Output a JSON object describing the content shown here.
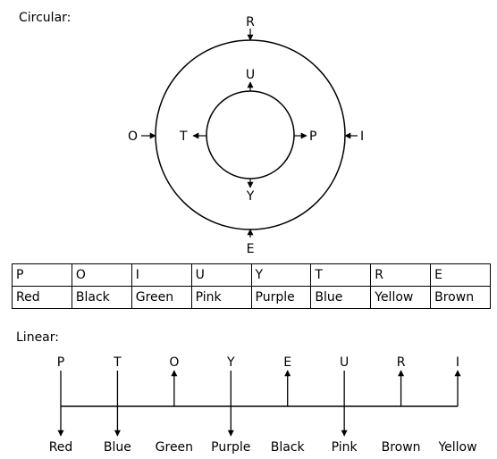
{
  "circular": {
    "label": "Circular:",
    "outer_letters": {
      "top": "R",
      "right": "I",
      "bottom": "E",
      "left": "O"
    },
    "inner_letters": {
      "top": "U",
      "right": "P",
      "bottom": "Y",
      "left": "T"
    }
  },
  "table": {
    "letters": [
      "P",
      "O",
      "I",
      "U",
      "Y",
      "T",
      "R",
      "E"
    ],
    "colors": [
      "Red",
      "Black",
      "Green",
      "Pink",
      "Purple",
      "Blue",
      "Yellow",
      "Brown"
    ]
  },
  "linear": {
    "label": "Linear:",
    "items": [
      {
        "letter": "P",
        "color": "Red",
        "arrow": "down"
      },
      {
        "letter": "T",
        "color": "Blue",
        "arrow": "down"
      },
      {
        "letter": "O",
        "color": "Green",
        "arrow": "up"
      },
      {
        "letter": "Y",
        "color": "Purple",
        "arrow": "down"
      },
      {
        "letter": "E",
        "color": "Black",
        "arrow": "up"
      },
      {
        "letter": "U",
        "color": "Pink",
        "arrow": "down"
      },
      {
        "letter": "R",
        "color": "Brown",
        "arrow": "up"
      },
      {
        "letter": "I",
        "color": "Yellow",
        "arrow": "up"
      }
    ]
  }
}
